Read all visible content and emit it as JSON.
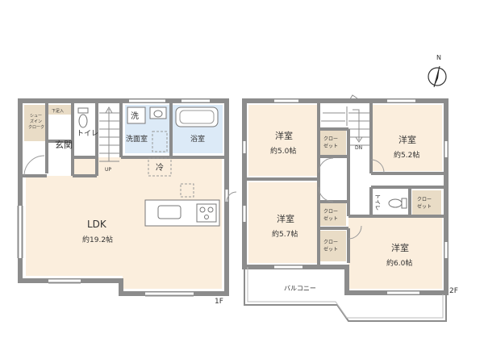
{
  "floor1": {
    "label": "1F",
    "rooms": {
      "ldk": {
        "name": "LDK",
        "area": "約19.2帖"
      },
      "entrance": {
        "name": "玄関"
      },
      "shoes_closet": {
        "line1": "シュー",
        "line2": "ズイン",
        "line3": "クローク"
      },
      "under_storage": {
        "name": "下足入"
      },
      "toilet": {
        "name": "トイレ"
      },
      "washroom": {
        "name": "洗面室"
      },
      "washer": {
        "name": "洗"
      },
      "bathroom": {
        "name": "浴室"
      },
      "fridge": {
        "name": "冷"
      }
    },
    "stair": {
      "label": "UP"
    }
  },
  "floor2": {
    "label": "2F",
    "rooms": {
      "western_nw": {
        "name": "洋室",
        "area": "約5.0帖"
      },
      "western_ne": {
        "name": "洋室",
        "area": "約5.2帖"
      },
      "western_w": {
        "name": "洋室",
        "area": "約5.7帖"
      },
      "western_se": {
        "name": "洋室",
        "area": "約6.0帖"
      },
      "balcony": {
        "name": "バルコニー"
      },
      "toilet": {
        "name": "トイレ"
      }
    },
    "closets": {
      "closet_a": {
        "line1": "クロー",
        "line2": "ゼット"
      },
      "closet_b": {
        "line1": "クロー",
        "line2": "ゼット"
      },
      "closet_c": {
        "line1": "クロー",
        "line2": "ゼット"
      },
      "closet_d": {
        "line1": "クロー",
        "line2": "ゼット"
      }
    },
    "stair": {
      "label": "DN"
    }
  },
  "compass": {
    "label": "N"
  },
  "colors": {
    "floor_wood": "#fbeedd",
    "wet_area": "#dceaf7",
    "closet": "#e9dcc6",
    "wall": "#8c8c8c"
  }
}
